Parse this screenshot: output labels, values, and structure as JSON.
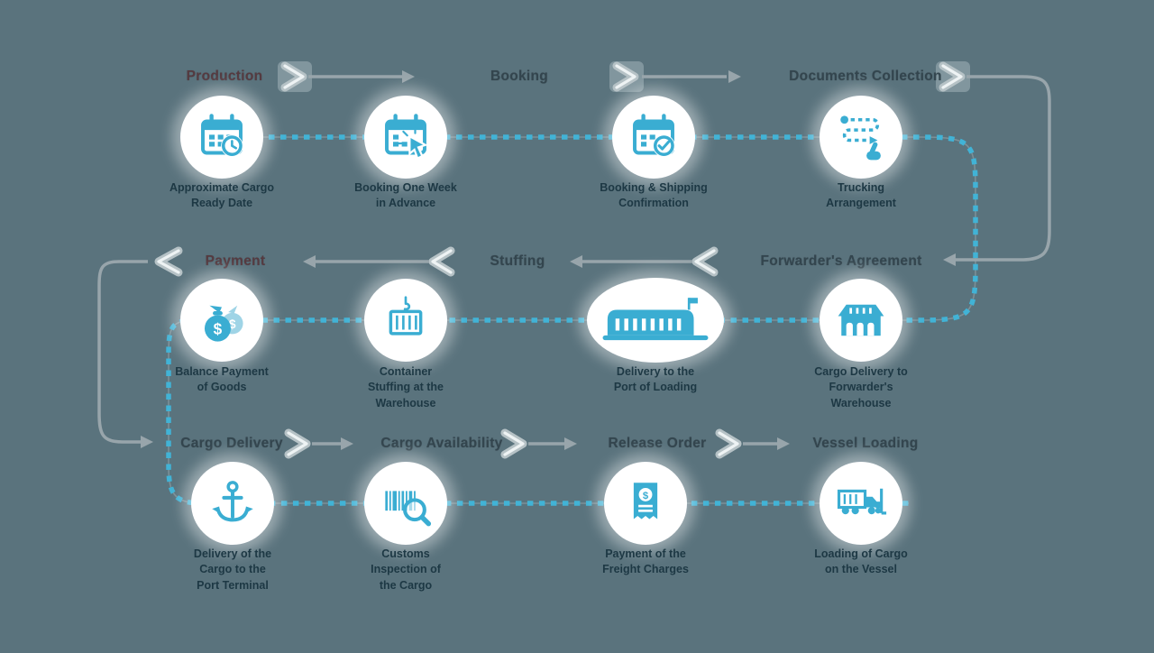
{
  "colors": {
    "background": "#5a737d",
    "dotted_route": "#41b3d6",
    "icon_teal": "#3aadd2",
    "icon_teal_light": "#9fd4e6",
    "arrow_grey": "#98a5ab",
    "caption_text": "#1d3844",
    "header_dark": "#33454e",
    "header_red": "#553a40",
    "circle_fill": "#ffffff"
  },
  "headers": [
    {
      "label": "Production"
    },
    {
      "label": "Booking"
    },
    {
      "label": "Documents Collection"
    },
    {
      "label": "Payment"
    },
    {
      "label": "Stuffing"
    },
    {
      "label": "Forwarder's Agreement"
    },
    {
      "label": "Cargo Delivery"
    },
    {
      "label": "Cargo Availability"
    },
    {
      "label": "Release Order"
    },
    {
      "label": "Vessel Loading"
    }
  ],
  "steps": [
    {
      "icon": "calendar-clock-icon",
      "caption": "Approximate Cargo\nReady Date"
    },
    {
      "icon": "calendar-cursor-icon",
      "caption": "Booking One Week\nin Advance"
    },
    {
      "icon": "calendar-check-icon",
      "caption": "Booking & Shipping\nConfirmation"
    },
    {
      "icon": "route-plan-icon",
      "caption": "Trucking\nArrangement"
    },
    {
      "icon": "money-bags-icon",
      "caption": "Balance Payment\nof Goods"
    },
    {
      "icon": "container-icon",
      "caption": "Container\nStuffing at the\nWarehouse"
    },
    {
      "icon": "port-terminal-icon",
      "caption": "Delivery to the\nPort of Loading"
    },
    {
      "icon": "warehouse-icon",
      "caption": "Cargo Delivery to\nForwarder's\nWarehouse"
    },
    {
      "icon": "anchor-icon",
      "caption": "Delivery of the\nCargo to the\nPort Terminal"
    },
    {
      "icon": "barcode-inspection-icon",
      "caption": "Customs\nInspection of\nthe Cargo"
    },
    {
      "icon": "invoice-icon",
      "caption": "Payment of the\nFreight Charges"
    },
    {
      "icon": "truck-loading-icon",
      "caption": "Loading of Cargo\non the Vessel"
    }
  ]
}
